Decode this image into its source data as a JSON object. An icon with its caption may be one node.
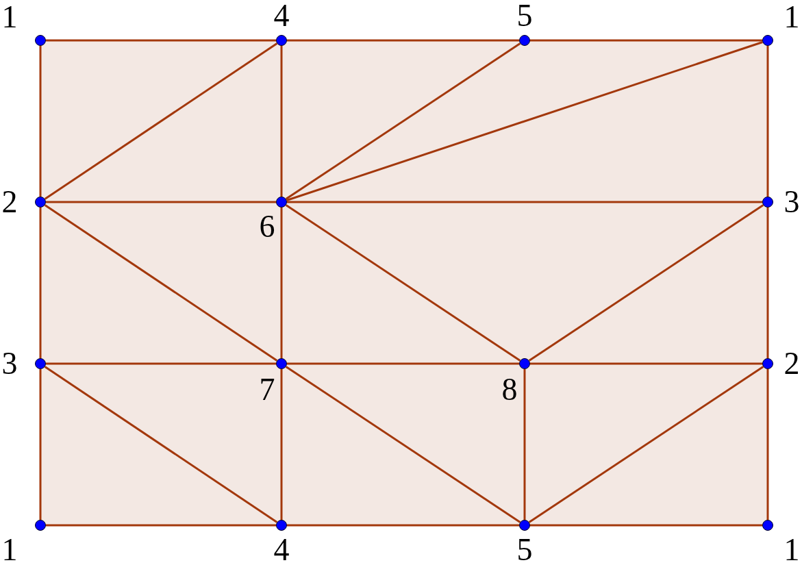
{
  "diagram": {
    "nodes": [
      {
        "text": [
          "1"
        ]
      },
      {
        "text": [
          "4"
        ]
      },
      {
        "text": [
          "5"
        ]
      },
      {
        "text": [
          "1"
        ]
      },
      {
        "text": [
          "2"
        ]
      },
      {
        "text": [
          "6"
        ]
      },
      {
        "text": [
          "3"
        ]
      },
      {
        "text": [
          "3"
        ]
      },
      {
        "text": [
          "7"
        ]
      },
      {
        "text": [
          "8"
        ]
      },
      {
        "text": [
          "2"
        ]
      },
      {
        "text": [
          "1"
        ]
      },
      {
        "text": [
          "4"
        ]
      },
      {
        "text": [
          "5"
        ]
      },
      {
        "text": [
          "1"
        ]
      }
    ],
    "edges": [
      {
        "from": 0,
        "to": 1,
        "arrow": "none"
      },
      {
        "from": 1,
        "to": 2,
        "arrow": "none"
      },
      {
        "from": 2,
        "to": 3,
        "arrow": "none"
      },
      {
        "from": 0,
        "to": 4,
        "arrow": "none"
      },
      {
        "from": 4,
        "to": 7,
        "arrow": "none"
      },
      {
        "from": 7,
        "to": 11,
        "arrow": "none"
      },
      {
        "from": 3,
        "to": 6,
        "arrow": "none"
      },
      {
        "from": 6,
        "to": 10,
        "arrow": "none"
      },
      {
        "from": 10,
        "to": 14,
        "arrow": "none"
      },
      {
        "from": 11,
        "to": 12,
        "arrow": "none"
      },
      {
        "from": 12,
        "to": 13,
        "arrow": "none"
      },
      {
        "from": 13,
        "to": 14,
        "arrow": "none"
      },
      {
        "from": 4,
        "to": 1,
        "arrow": "none"
      },
      {
        "from": 1,
        "to": 5,
        "arrow": "none"
      },
      {
        "from": 5,
        "to": 2,
        "arrow": "none"
      },
      {
        "from": 5,
        "to": 3,
        "arrow": "none"
      },
      {
        "from": 4,
        "to": 5,
        "arrow": "none"
      },
      {
        "from": 5,
        "to": 6,
        "arrow": "none"
      },
      {
        "from": 4,
        "to": 8,
        "arrow": "none"
      },
      {
        "from": 5,
        "to": 8,
        "arrow": "none"
      },
      {
        "from": 5,
        "to": 9,
        "arrow": "none"
      },
      {
        "from": 9,
        "to": 6,
        "arrow": "none"
      },
      {
        "from": 7,
        "to": 8,
        "arrow": "none"
      },
      {
        "from": 8,
        "to": 9,
        "arrow": "none"
      },
      {
        "from": 9,
        "to": 10,
        "arrow": "none"
      },
      {
        "from": 7,
        "to": 12,
        "arrow": "none"
      },
      {
        "from": 8,
        "to": 12,
        "arrow": "none"
      },
      {
        "from": 8,
        "to": 13,
        "arrow": "none"
      },
      {
        "from": 9,
        "to": 13,
        "arrow": "none"
      },
      {
        "from": 13,
        "to": 10,
        "arrow": "none"
      }
    ]
  }
}
